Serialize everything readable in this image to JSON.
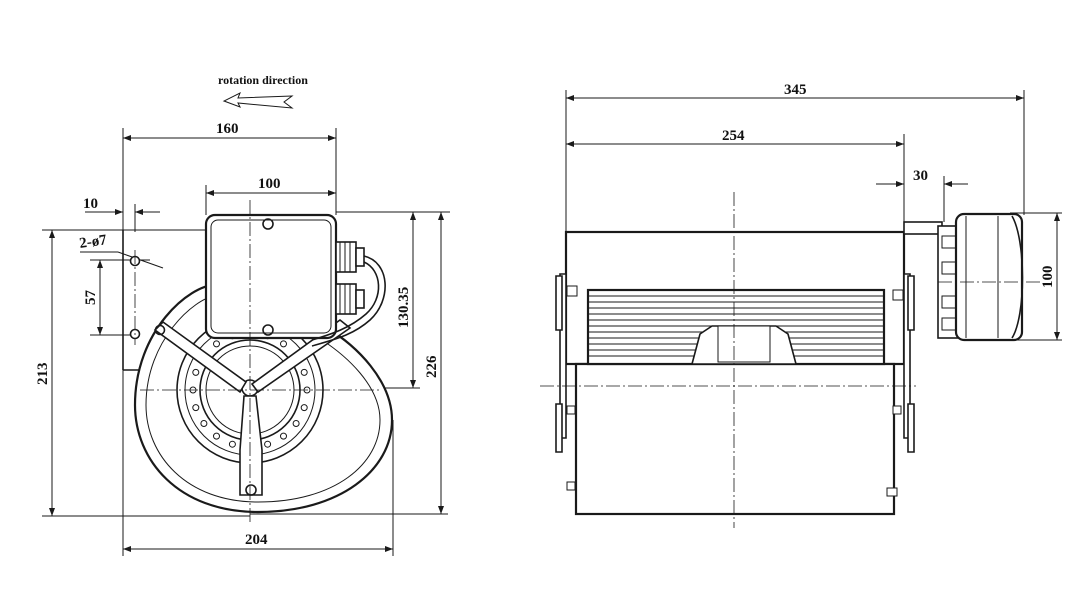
{
  "labels": {
    "rotation": "rotation direction",
    "holes": "2-ø7"
  },
  "dimensions": {
    "front_width_top": "160",
    "terminal_box": "100",
    "offset_10": "10",
    "height_213": "213",
    "spacing_57": "57",
    "height_130_35": "130.35",
    "height_226": "226",
    "front_width_bottom": "204",
    "side_total": "345",
    "side_body": "254",
    "motor_30": "30",
    "motor_100": "100"
  }
}
